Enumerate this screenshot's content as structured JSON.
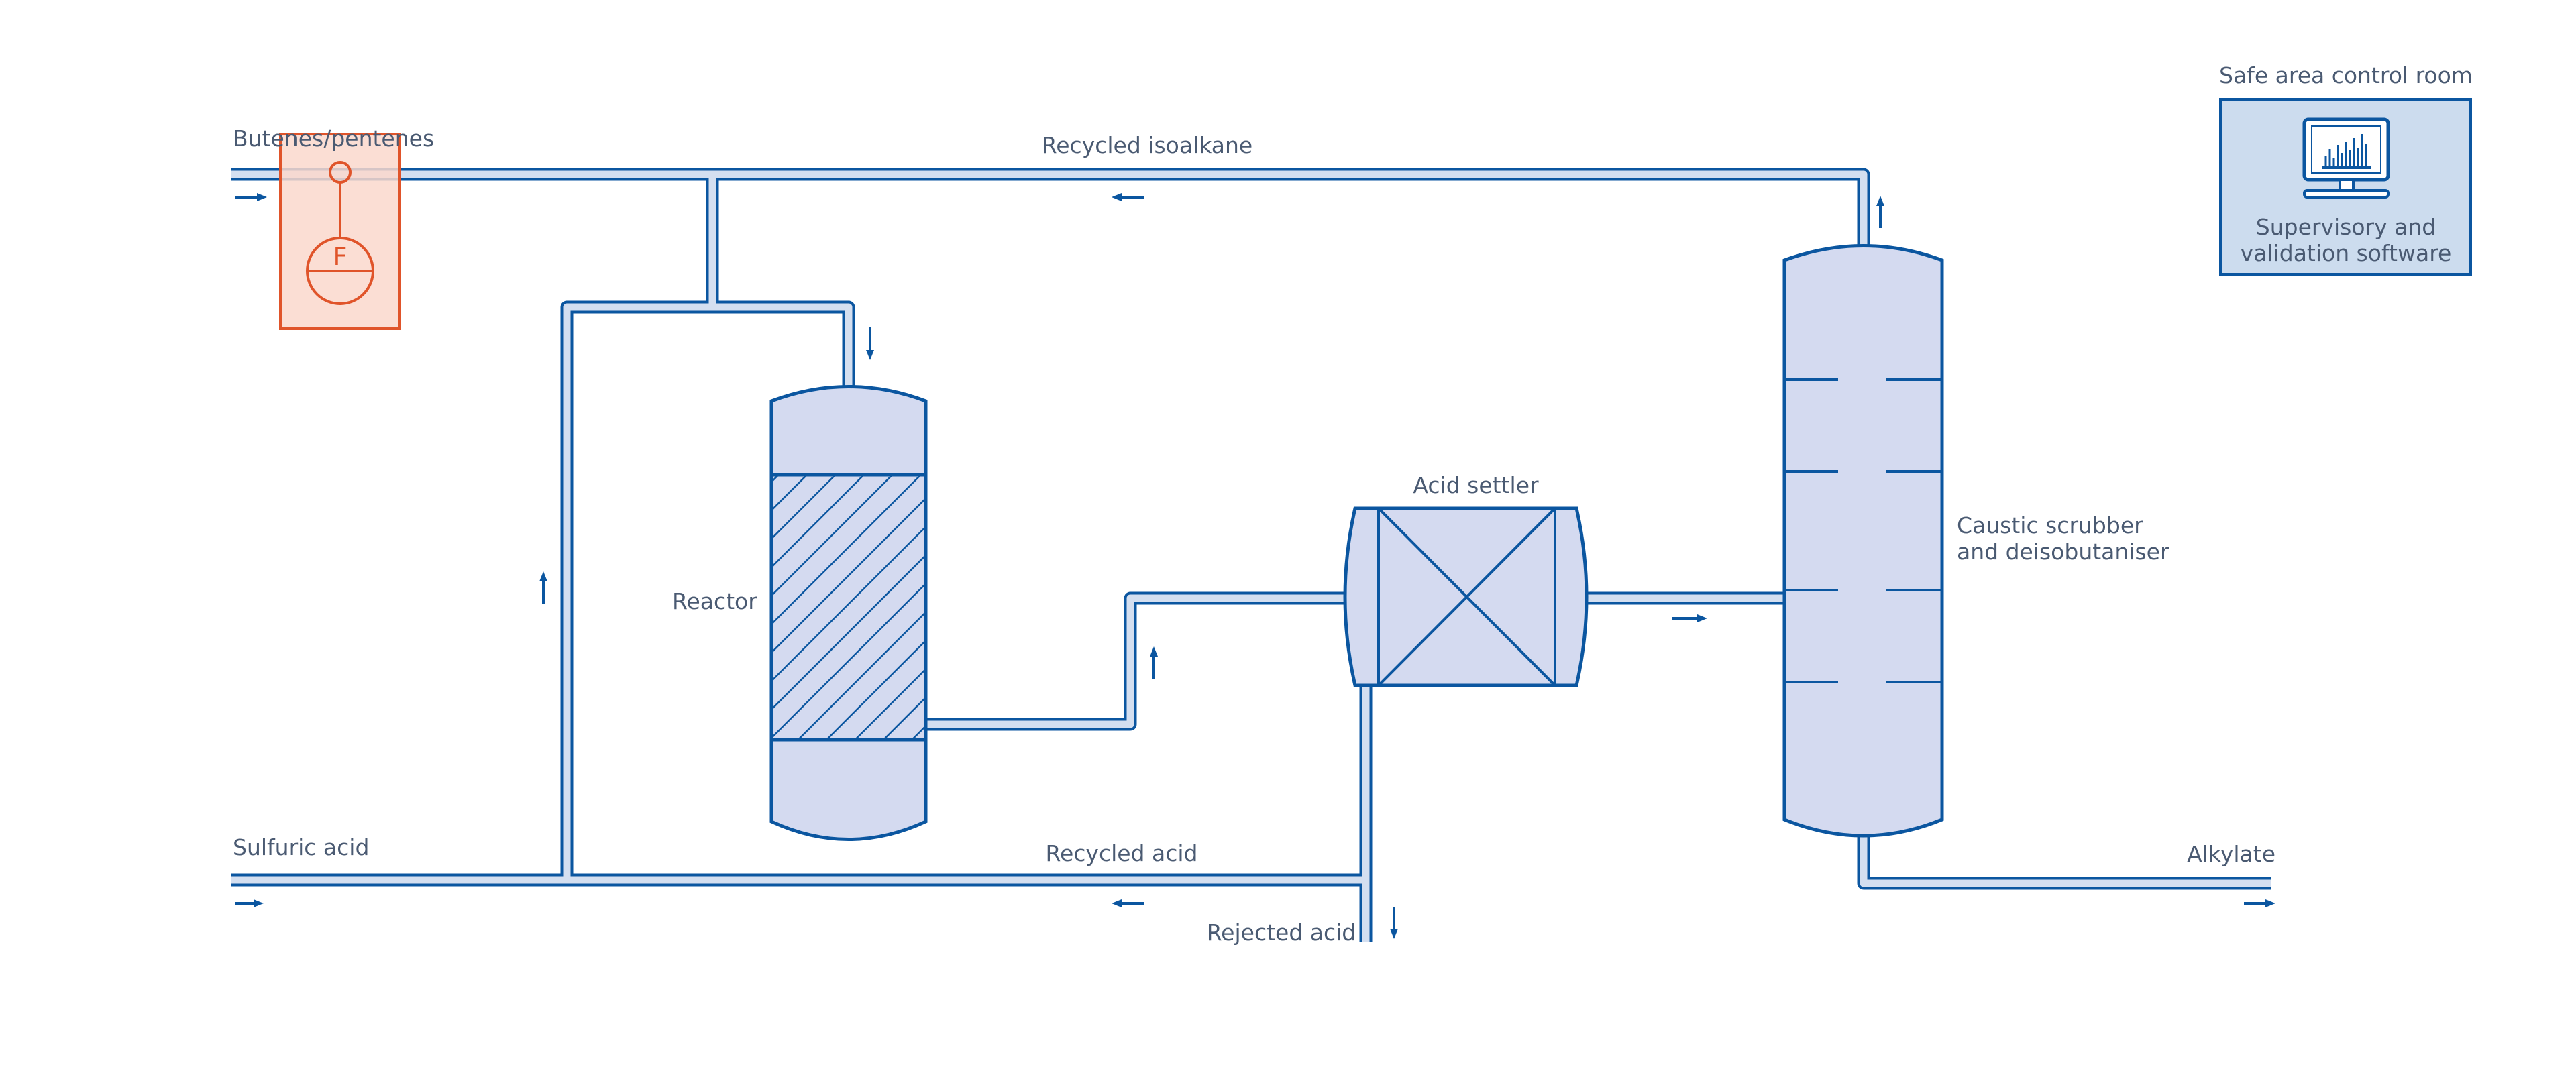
{
  "labels": {
    "butenes_pentenes": "Butenes/pentenes",
    "recycled_isoalkane": "Recycled isoalkane",
    "safe_area_control_room": "Safe area control room",
    "supervisory_line1": "Supervisory and",
    "supervisory_line2": "validation software",
    "reactor": "Reactor",
    "acid_settler": "Acid settler",
    "caustic_line1": "Caustic scrubber",
    "caustic_line2": "and deisobutaniser",
    "sulfuric_acid": "Sulfuric acid",
    "recycled_acid": "Recycled acid",
    "rejected_acid": "Rejected acid",
    "alkylate": "Alkylate",
    "flow_meter_letter": "F"
  },
  "colors": {
    "pipe_outline": "#0b56a0",
    "pipe_fill": "#d4dff0",
    "vessel_fill": "#d4daf0",
    "instrument_fill": "#fad8cc",
    "instrument_stroke": "#e0542a",
    "control_room_fill": "#ccdcee",
    "text": "#4a5a72"
  },
  "icons": [
    "flow-meter-icon",
    "monitor-chart-icon",
    "flow-arrow-icon"
  ]
}
